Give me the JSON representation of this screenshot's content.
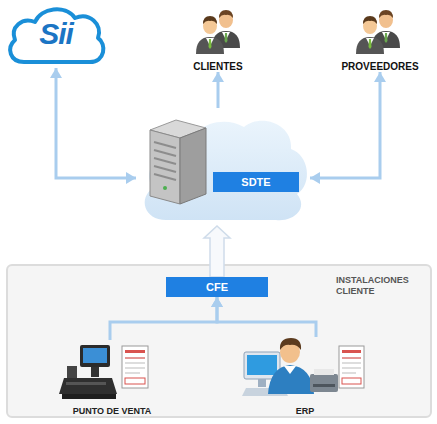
{
  "diagram": {
    "nodes": [
      {
        "text": [
          "Sii"
        ]
      },
      {
        "text": [
          "CLIENTES"
        ]
      },
      {
        "text": [
          "PROVEEDORES"
        ]
      },
      {
        "text": [
          "SDTE"
        ]
      },
      {
        "text": [
          "INSTALACIONES CLIENTE"
        ]
      },
      {
        "text": [
          "CFE"
        ],
        "in": 4
      },
      {
        "text": [
          "PUNTO DE VENTA"
        ],
        "in": 4
      },
      {
        "text": [
          "ERP"
        ],
        "in": 4
      }
    ],
    "edges": [
      {
        "from": 0,
        "to": 3,
        "arrow": "both"
      },
      {
        "from": 3,
        "to": 1,
        "arrow": "to"
      },
      {
        "from": 2,
        "to": 3,
        "arrow": "both"
      },
      {
        "from": 5,
        "to": 3,
        "arrow": "to"
      },
      {
        "from": 6,
        "to": 5,
        "arrow": "to"
      },
      {
        "from": 7,
        "to": 5,
        "arrow": "to"
      }
    ]
  }
}
